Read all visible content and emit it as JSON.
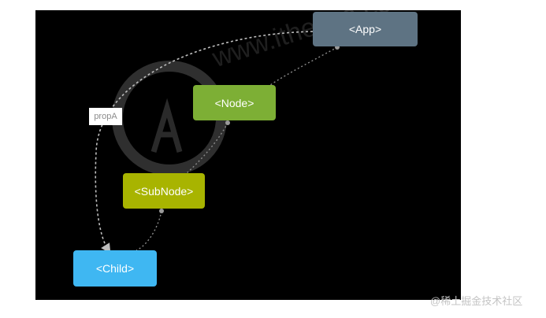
{
  "nodes": {
    "app": "<App>",
    "node": "<Node>",
    "subnode": "<SubNode>",
    "child": "<Child>"
  },
  "edge_label": "propA",
  "watermark": {
    "url": "www.itheima.com"
  },
  "credit": "@稀土掘金技术社区",
  "colors": {
    "app": "#5e7383",
    "node": "#7daf35",
    "subnode": "#a8b400",
    "child": "#3fb7f2",
    "connector": "#bdbdbd"
  }
}
